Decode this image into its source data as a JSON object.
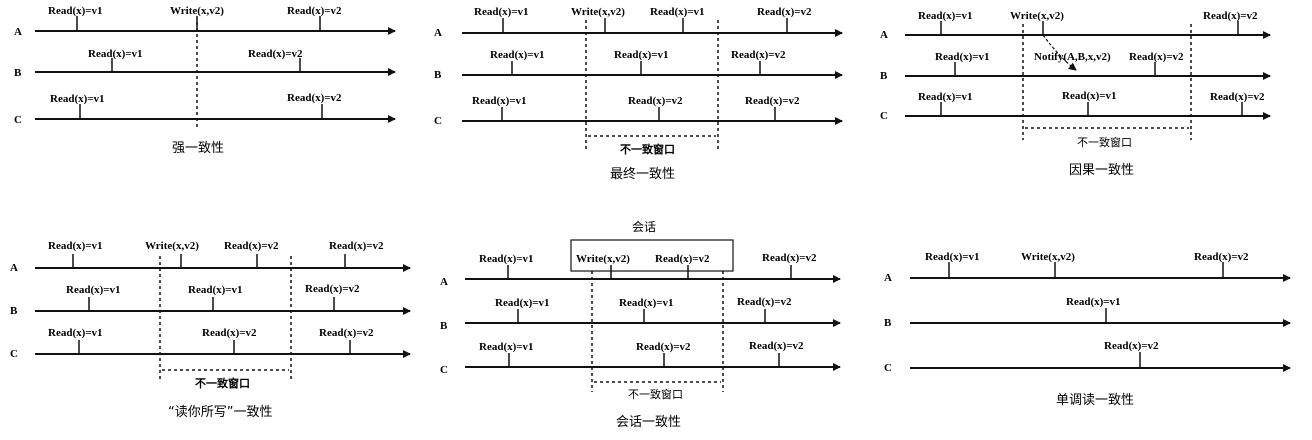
{
  "strings": {
    "A": "A",
    "B": "B",
    "C": "C",
    "read_v1": "Read(x)=v1",
    "read_v2": "Read(x)=v2",
    "write": "Write(x,v2)",
    "notify": "Notify(A,B,x,v2)",
    "window": "不一致窗口",
    "session": "会话"
  },
  "captions": {
    "strong": "强一致性",
    "eventual": "最终一致性",
    "causal": "因果一致性",
    "ryw": "“读你所写”一致性",
    "session": "会话一致性",
    "monotonic": "单调读一致性"
  }
}
